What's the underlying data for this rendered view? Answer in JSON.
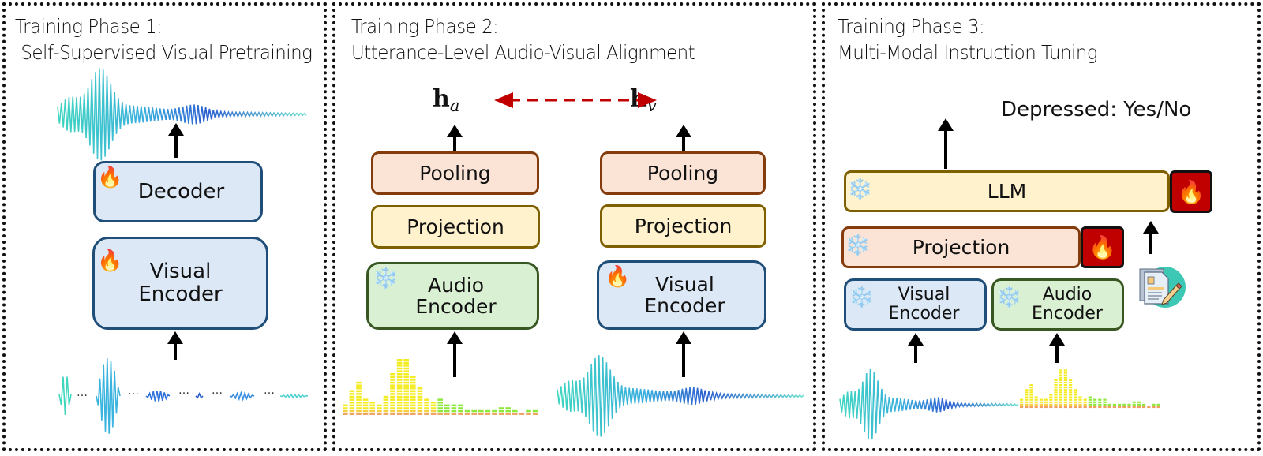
{
  "panels": [
    {
      "title_line1": "Training Phase 1:",
      "title_line2": "Self-Supervised Visual Pretraining",
      "decoder": {
        "label": "Decoder",
        "state_icon": "fire-icon"
      },
      "visual_encoder": {
        "label_line1": "Visual",
        "label_line2": "Encoder",
        "state_icon": "fire-icon"
      },
      "input_ellipsis": "…"
    },
    {
      "title_line1": "Training Phase 2:",
      "title_line2": "Utterance-Level Audio-Visual Alignment",
      "h_audio": {
        "base": "h",
        "sub": "a"
      },
      "h_visual": {
        "base": "h",
        "sub": "v"
      },
      "audio_branch": {
        "pooling": "Pooling",
        "projection": "Projection",
        "encoder_line1": "Audio",
        "encoder_line2": "Encoder",
        "state_icon": "snowflake-icon"
      },
      "visual_branch": {
        "pooling": "Pooling",
        "projection": "Projection",
        "encoder_line1": "Visual",
        "encoder_line2": "Encoder",
        "state_icon": "fire-icon"
      }
    },
    {
      "title_line1": "Training Phase 3:",
      "title_line2": "Multi-Modal Instruction Tuning",
      "output_label": "Depressed: Yes/No",
      "llm": {
        "label": "LLM",
        "state_icon": "snowflake-icon",
        "adapter_icon": "fire-icon"
      },
      "projection": {
        "label": "Projection",
        "state_icon": "snowflake-icon",
        "adapter_icon": "fire-icon"
      },
      "visual_encoder": {
        "label_line1": "Visual",
        "label_line2": "Encoder",
        "state_icon": "snowflake-icon"
      },
      "audio_encoder": {
        "label_line1": "Audio",
        "label_line2": "Encoder",
        "state_icon": "snowflake-icon"
      },
      "instruction_icon": "document-pencil-icon"
    }
  ],
  "icons": {
    "fire": "🔥",
    "snowflake": "❄️"
  },
  "colors": {
    "alignment_arrow": "#c00000",
    "visual_box": "#dce8f6",
    "audio_box": "#d9f0d2",
    "pooling_box": "#fbe3d6",
    "projection_box": "#fff2cc",
    "adapter": "#c00000"
  }
}
